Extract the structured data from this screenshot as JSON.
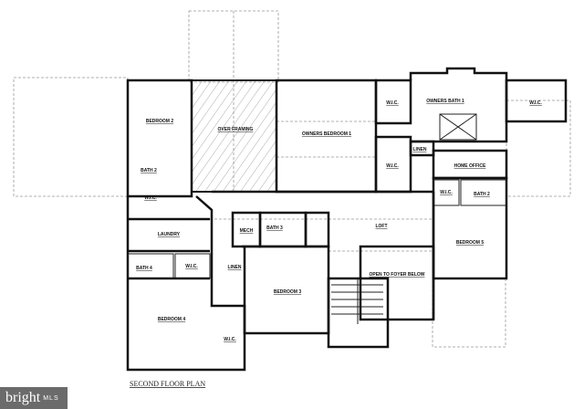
{
  "plan": {
    "title": "SECOND FLOOR PLAN",
    "rooms": {
      "bedroom_top_left": "BEDROOM 2",
      "over_framing": "OVER FRAMING",
      "owners_bedroom": "OWNERS BEDROOM 1",
      "wic_owner_top": "W.I.C.",
      "wic_owner_bottom": "W.I.C.",
      "owners_bath": "OWNERS BATH 1",
      "wic_right": "W.I.C.",
      "linen_top": "LINEN",
      "home_office": "HOME OFFICE",
      "wic_bedroom_right": "W.I.C.",
      "bath_right": "BATH 2",
      "bedroom_right": "BEDROOM 5",
      "loft": "LOFT",
      "open_to_foyer": "OPEN TO FOYER BELOW",
      "bath_left_top": "BATH 2",
      "wic_left_top": "W.I.C.",
      "laundry": "LAUNDRY",
      "mech": "MECH",
      "bath_center": "BATH 3",
      "bath_left_bottom": "BATH 4",
      "wic_left_bottom": "W.I.C.",
      "linen_bottom": "LINEN",
      "bedroom_center": "BEDROOM 3",
      "bedroom_bottom_left": "BEDROOM 4",
      "wic_bottom": "W.I.C."
    }
  },
  "watermark": {
    "brand": "bright",
    "suffix": "MLS"
  }
}
